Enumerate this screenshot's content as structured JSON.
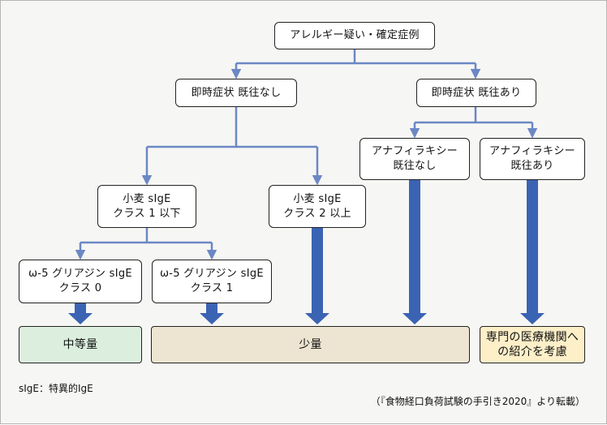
{
  "nodes": {
    "root": "アレルギー疑い・確定症例",
    "imm_none": "即時症状 既往なし",
    "imm_yes": "即時症状 既往あり",
    "wheat_c1_l1": "小麦 sIgE",
    "wheat_c1_l2": "クラス 1 以下",
    "wheat_c2_l1": "小麦 sIgE",
    "wheat_c2_l2": "クラス 2 以上",
    "ana_none_l1": "アナフィラキシー",
    "ana_none_l2": "既往なし",
    "ana_yes_l1": "アナフィラキシー",
    "ana_yes_l2": "既往あり",
    "omega0_l1": "ω-5 グリアジン sIgE",
    "omega0_l2": "クラス 0",
    "omega1_l1": "ω-5 グリアジン sIgE",
    "omega1_l2": "クラス 1"
  },
  "outcomes": {
    "moderate": "中等量",
    "small": "少量",
    "referral_l1": "専門の医療機関へ",
    "referral_l2": "の紹介を考慮"
  },
  "footnote": "sIgE：特異的IgE",
  "source": "（『食物経口負荷試験の手引き2020』より転載）",
  "colors": {
    "connector": "#6b88c4",
    "thick_arrow": "#3b63b3",
    "moderate_fill": "#dcefdf",
    "small_fill": "#ede5d1",
    "referral_fill": "#fdefc8"
  }
}
